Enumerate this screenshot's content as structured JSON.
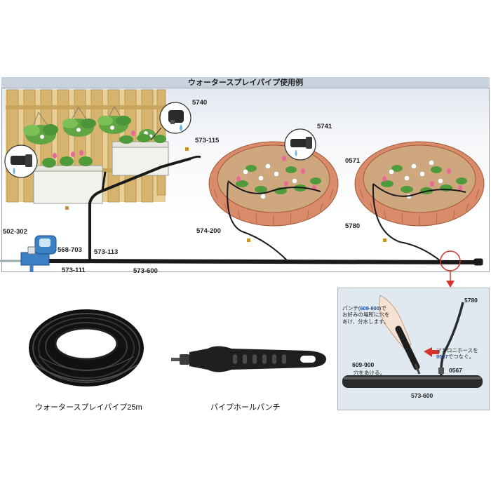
{
  "diagram_title": "ウォータースプレイパイプ使用例",
  "part_labels": {
    "p5740": "5740",
    "p573_115": "573-115",
    "p5741": "5741",
    "p0571": "0571",
    "p5780": "5780",
    "p502_302": "502-302",
    "p568_703": "568-703",
    "p573_113": "573-113",
    "p573_111": "573-111",
    "p574_200": "574-200",
    "p573_600": "573-600"
  },
  "inset": {
    "label_5780": "5780",
    "note_left_1_a": "パンチ(",
    "note_left_1_b": "609-900",
    "note_left_1_c": ")で",
    "note_left_2": "お好みの場所に穴を",
    "note_left_3": "あけ、分水します。",
    "note_right_1": "マカロニホースを",
    "note_right_2_a": "0567",
    "note_right_2_b": "でつなぐ。",
    "label_609_900": "609-900",
    "label_hole": "穴をあける。",
    "label_0567": "0567",
    "label_573_600": "573-600"
  },
  "products": [
    {
      "caption": "ウォータースプレイパイプ25m"
    },
    {
      "caption": "パイプホールパンチ"
    }
  ],
  "colors": {
    "pipe": "#1a1a1a",
    "brick": "#d98b6a",
    "soil": "#cfa77f",
    "fence": "#d9b774",
    "timer_blue": "#3b7fc4",
    "arrow_red": "#d6332a",
    "highlight_circle": "#d6332a"
  }
}
